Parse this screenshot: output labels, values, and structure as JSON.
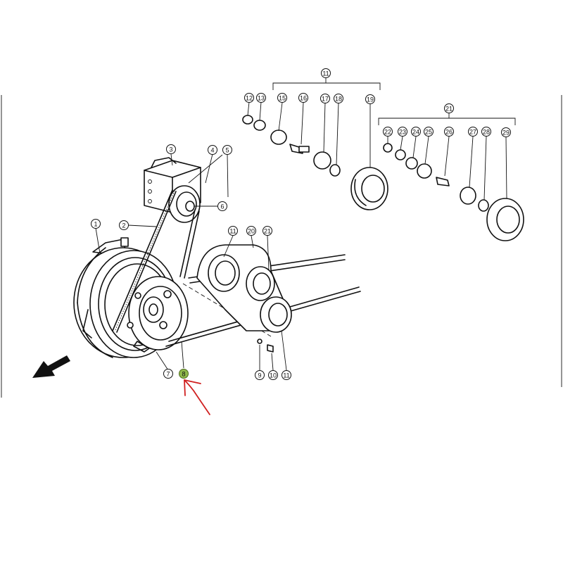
{
  "diagram": {
    "callouts": [
      {
        "id": "c1",
        "label": "1"
      },
      {
        "id": "c2",
        "label": "2"
      },
      {
        "id": "c3",
        "label": "3"
      },
      {
        "id": "c4",
        "label": "4"
      },
      {
        "id": "c5",
        "label": "5"
      },
      {
        "id": "c6",
        "label": "6"
      },
      {
        "id": "c7",
        "label": "7"
      },
      {
        "id": "c8",
        "label": "8",
        "highlighted": true
      },
      {
        "id": "c9",
        "label": "9"
      },
      {
        "id": "c10",
        "label": "10"
      },
      {
        "id": "c11a",
        "label": "11"
      },
      {
        "id": "c11b",
        "label": "11"
      },
      {
        "id": "c11c",
        "label": "11"
      },
      {
        "id": "c12",
        "label": "12"
      },
      {
        "id": "c13",
        "label": "13"
      },
      {
        "id": "c15",
        "label": "15"
      },
      {
        "id": "c16",
        "label": "16"
      },
      {
        "id": "c17",
        "label": "17"
      },
      {
        "id": "c18",
        "label": "18"
      },
      {
        "id": "c19",
        "label": "19"
      },
      {
        "id": "c20",
        "label": "20"
      },
      {
        "id": "c21a",
        "label": "21"
      },
      {
        "id": "c21b",
        "label": "21"
      },
      {
        "id": "c22",
        "label": "22"
      },
      {
        "id": "c23",
        "label": "23"
      },
      {
        "id": "c24",
        "label": "24"
      },
      {
        "id": "c25",
        "label": "25"
      },
      {
        "id": "c26",
        "label": "26"
      },
      {
        "id": "c27",
        "label": "27"
      },
      {
        "id": "c28",
        "label": "28"
      },
      {
        "id": "c29",
        "label": "29"
      }
    ],
    "colors": {
      "ink": "#111111",
      "highlight": "#8fb84a",
      "annotation_arrow": "#d02020"
    }
  }
}
